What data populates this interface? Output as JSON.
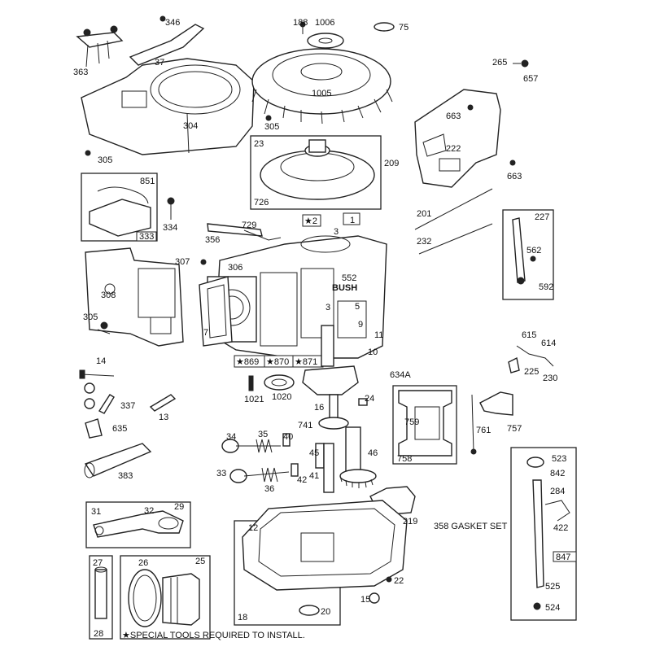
{
  "labels": {
    "p346": "346",
    "p363": "363",
    "p37": "37",
    "p304": "304",
    "p305a": "305",
    "p305b": "305",
    "p188": "188",
    "p1006": "1006",
    "p75": "75",
    "p1005": "1005",
    "p265": "265",
    "p657": "657",
    "p663a": "663",
    "p663b": "663",
    "p222": "222",
    "p23": "23",
    "p726": "726",
    "p209": "209",
    "p851": "851",
    "p333": "333",
    "p334": "334",
    "p729": "729",
    "p356": "356",
    "p2": "★2",
    "p3": "3",
    "p1": "1",
    "p201": "201",
    "p232": "232",
    "p227": "227",
    "p562": "562",
    "p592": "592",
    "p307": "307",
    "p306": "306",
    "p552": "552",
    "bush": "BUSH",
    "p3b": "3",
    "p308": "308",
    "p305c": "305",
    "p7": "7",
    "p5": "5",
    "p9": "9",
    "p11": "11",
    "p10": "10",
    "p869": "★869",
    "p870": "★870",
    "p871": "★871",
    "p14": "14",
    "p634a": "634A",
    "p615": "615",
    "p614": "614",
    "p225": "225",
    "p230": "230",
    "p1021": "1021",
    "p1020": "1020",
    "p16": "16",
    "p24": "24",
    "p337": "337",
    "p13": "13",
    "p635": "635",
    "p383": "383",
    "p741": "741",
    "p759": "759",
    "p761": "761",
    "p757": "757",
    "p758": "758",
    "p34": "34",
    "p35": "35",
    "p40": "40",
    "p45": "45",
    "p46": "46",
    "p33": "33",
    "p36": "36",
    "p42": "42",
    "p41": "41",
    "p523": "523",
    "p842": "842",
    "p284": "284",
    "p422": "422",
    "p847": "847",
    "p525": "525",
    "p524": "524",
    "p31": "31",
    "p32": "32",
    "p29": "29",
    "p219": "219",
    "p12": "12",
    "p18": "18",
    "p22": "22",
    "p15": "15",
    "p20": "20",
    "p27": "27",
    "p28": "28",
    "p26": "26",
    "p25": "25"
  },
  "notes": {
    "gasket_set": "358 GASKET SET",
    "special_tools": "★SPECIAL TOOLS REQUIRED TO INSTALL."
  }
}
